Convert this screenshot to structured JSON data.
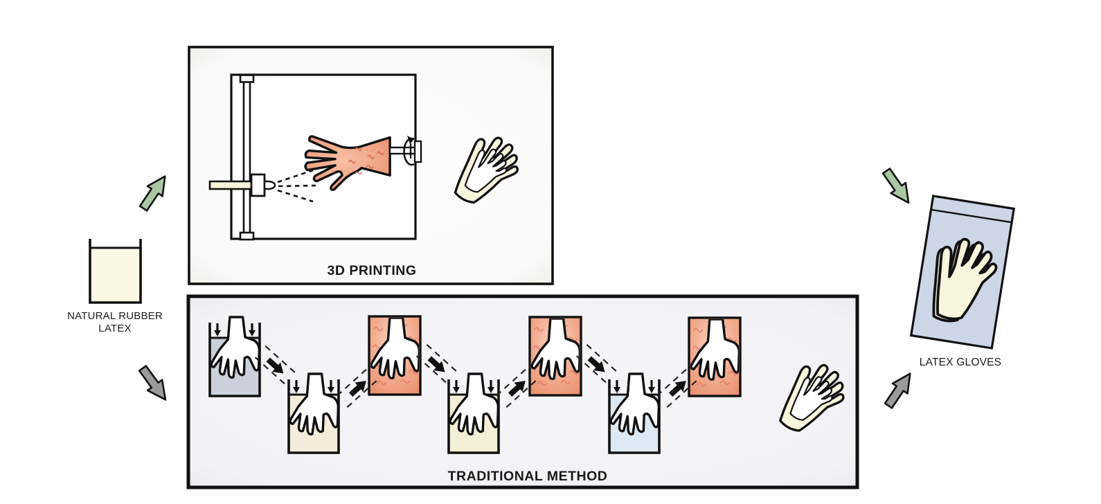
{
  "labels": {
    "source_line1": "NATURAL RUBBER",
    "source_line2": "LATEX",
    "panel_3d_title": "3D PRINTING",
    "panel_traditional_title": "TRADITIONAL METHOD",
    "output_label": "LATEX GLOVES"
  },
  "process": {
    "source": "NATURAL RUBBER LATEX",
    "methods": [
      "3D PRINTING",
      "TRADITIONAL METHOD"
    ],
    "output": "LATEX GLOVES",
    "traditional_stations": [
      "dip-tank-coagulant",
      "dip-tank-latex",
      "oven",
      "dip-tank-latex",
      "oven",
      "dip-tank-leaching",
      "oven",
      "finished-glove"
    ],
    "printing_elements": [
      "spray-nozzle-gantry",
      "rotating-hand-mold",
      "finished-glove"
    ]
  },
  "colors": {
    "latex_liquid": "#faf8e2",
    "arrow_green": "#a9c7a2",
    "arrow_gray": "#9a9a9c",
    "dip_tank_1": "#ccd0da",
    "dip_tank_2": "#f3ecda",
    "dip_tank_3": "#f2efd6",
    "dip_tank_4": "#dce9f3",
    "oven_red": "#ec9577",
    "mold_salmon": "#f0a080",
    "glove_cream": "#f8f5dd",
    "package_blue": "#cdd6e6",
    "arm_cream": "#f6f4dc",
    "outline": "#111111"
  }
}
